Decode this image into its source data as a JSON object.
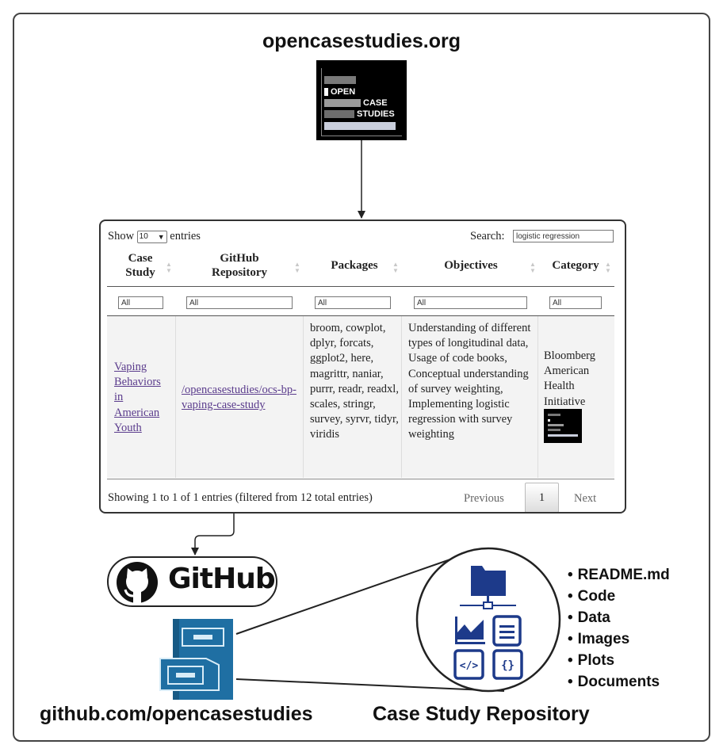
{
  "site_title": "opencasestudies.org",
  "logo": {
    "words": [
      "Open",
      "Case",
      "Studies"
    ]
  },
  "table": {
    "show_label": "Show",
    "entries_value": "10",
    "entries_label": "entries",
    "search_label": "Search:",
    "search_value": "logistic regression",
    "columns": [
      "Case Study",
      "GitHub Repository",
      "Packages",
      "Objectives",
      "Category"
    ],
    "filter_placeholder": "All",
    "row": {
      "case_study": "Vaping Behaviors in American Youth",
      "repository": "/opencasestudies/ocs-bp-vaping-case-study",
      "packages": "broom, cowplot, dplyr, forcats, ggplot2, here, magrittr, naniar, purrr, readr, readxl, scales, stringr, survey, syrvr, tidyr, viridis",
      "objectives": "Understanding of different types of longitudinal data, Usage of code books, Conceptual understanding of survey weighting, Implementing logistic regression with survey weighting",
      "category": "Bloomberg American Health Initiative"
    },
    "info": "Showing 1 to 1 of 1 entries (filtered from 12 total entries)",
    "previous_label": "Previous",
    "page": "1",
    "next_label": "Next"
  },
  "github": {
    "wordmark": "GitHub",
    "url": "github.com/opencasestudies"
  },
  "repository": {
    "title": "Case Study Repository",
    "contents": [
      "README.md",
      "Code",
      "Data",
      "Images",
      "Plots",
      "Documents"
    ]
  },
  "colors": {
    "accent": "#1d3a8a",
    "cabinet": "#1f6fa3",
    "link": "#5a3b8c"
  }
}
